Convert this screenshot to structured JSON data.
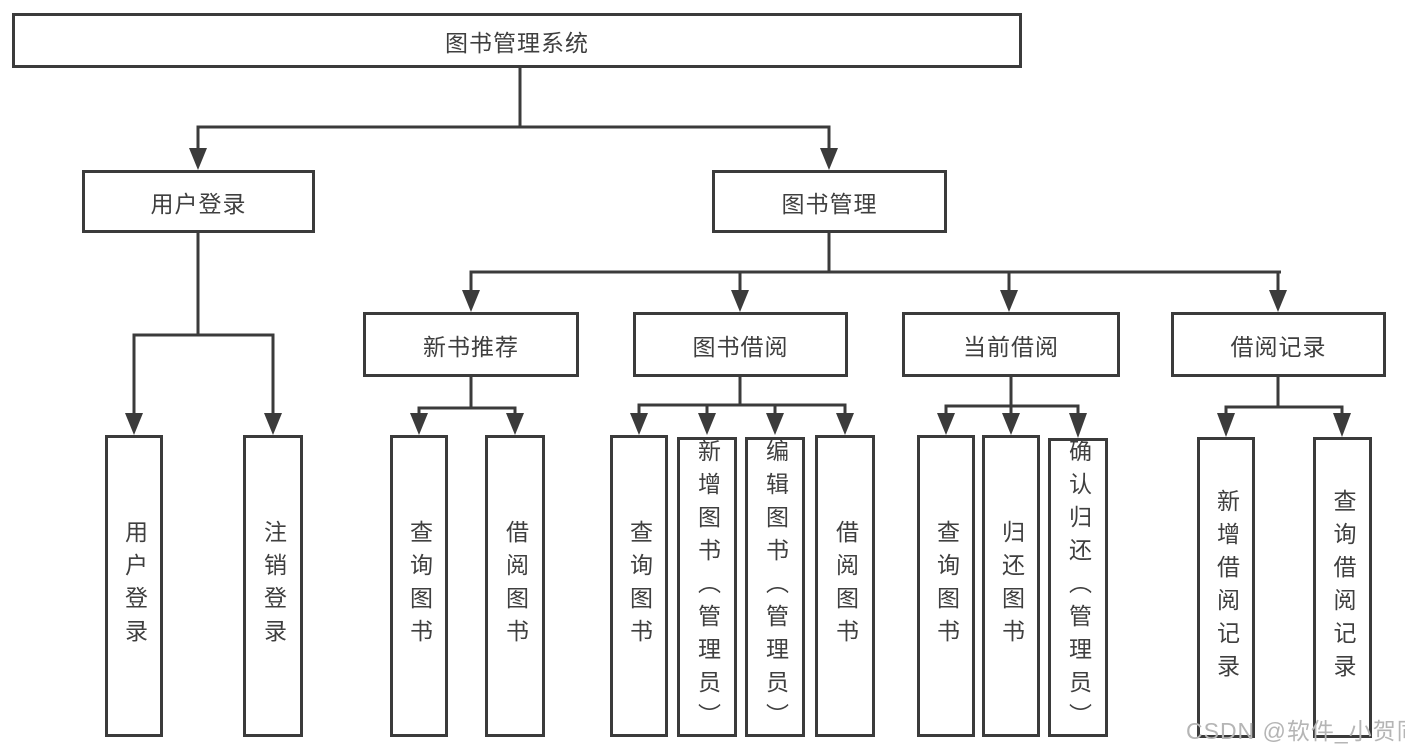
{
  "diagram": {
    "root": {
      "label": "图书管理系统"
    },
    "user_login": {
      "label": "用户登录",
      "children": [
        {
          "label": "用户登录"
        },
        {
          "label": "注销登录"
        }
      ]
    },
    "book_mgmt": {
      "label": "图书管理",
      "sections": [
        {
          "label": "新书推荐",
          "children": [
            {
              "label": "查询图书"
            },
            {
              "label": "借阅图书"
            }
          ]
        },
        {
          "label": "图书借阅",
          "children": [
            {
              "label": "查询图书"
            },
            {
              "label": "新增图书（管理员）"
            },
            {
              "label": "编辑图书（管理员）"
            },
            {
              "label": "借阅图书"
            }
          ]
        },
        {
          "label": "当前借阅",
          "children": [
            {
              "label": "查询图书"
            },
            {
              "label": "归还图书"
            },
            {
              "label": "确认归还（管理员）"
            }
          ]
        },
        {
          "label": "借阅记录",
          "children": [
            {
              "label": "新增借阅记录"
            },
            {
              "label": "查询借阅记录"
            }
          ]
        }
      ]
    },
    "watermark": "CSDN @软件_小贺同学",
    "colors": {
      "line": "#3b3b3b",
      "text": "#3f3f3f",
      "watermark": "#b5b5b5"
    }
  }
}
